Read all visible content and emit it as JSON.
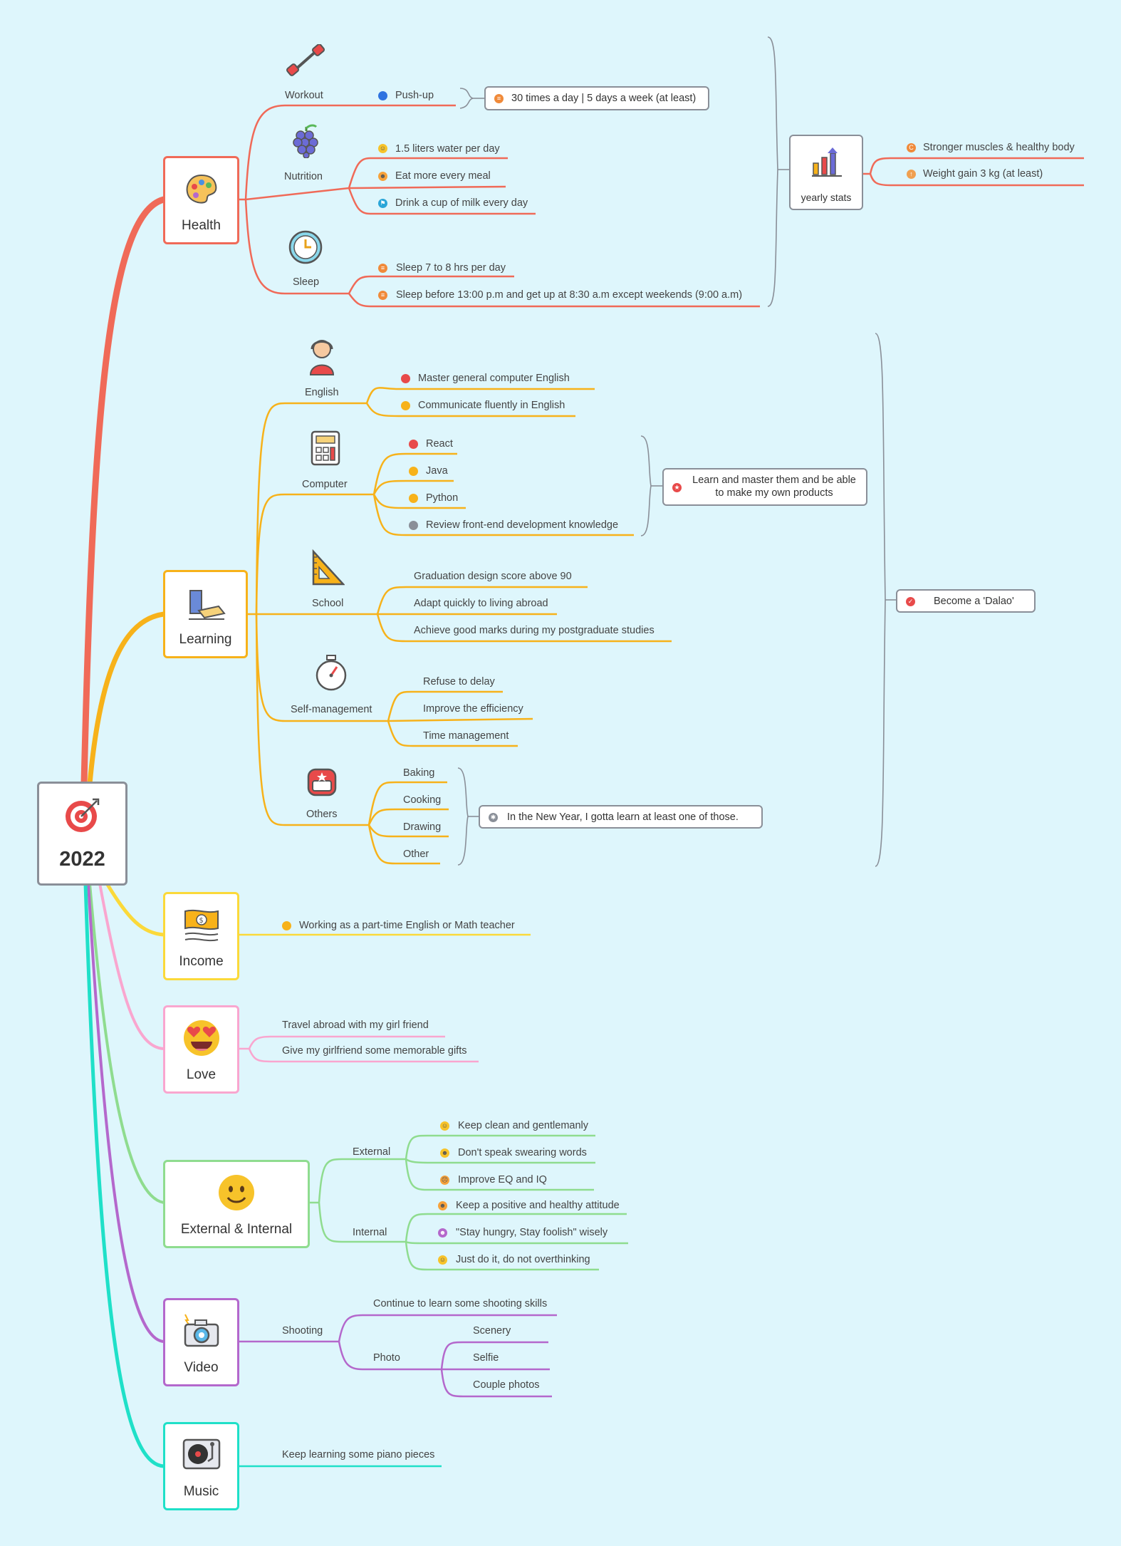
{
  "root": {
    "title": "2022",
    "icon": "target-icon"
  },
  "health": {
    "title": "Health",
    "color": "#f06a58",
    "workout": {
      "label": "Workout",
      "push": "Push-up",
      "summary": "30 times a day | 5 days a week  (at least)"
    },
    "nutrition": {
      "label": "Nutrition",
      "items": [
        "1.5 liters water per day",
        "Eat more every meal",
        "Drink a cup of milk every day"
      ]
    },
    "sleep": {
      "label": "Sleep",
      "items": [
        "Sleep 7 to 8 hrs per day",
        "Sleep before 13:00 p.m and get up at 8:30 a.m except weekends (9:00 a.m)"
      ]
    },
    "stats": {
      "label": "yearly stats",
      "items": [
        "Stronger muscles & healthy body",
        "Weight gain 3 kg  (at least)"
      ]
    }
  },
  "learning": {
    "title": "Learning",
    "color": "#f7b21a",
    "english": {
      "label": "English",
      "items": [
        "Master general computer English",
        "Communicate fluently in English"
      ]
    },
    "computer": {
      "label": "Computer",
      "items": [
        "React",
        "Java",
        "Python",
        "Review front-end development knowledge"
      ],
      "summary": "Learn and master them and be able to make my own products"
    },
    "school": {
      "label": "School",
      "items": [
        "Graduation design score above 90",
        "Adapt quickly to living abroad",
        "Achieve good marks during my postgraduate studies"
      ]
    },
    "self": {
      "label": "Self-management",
      "items": [
        "Refuse to delay",
        "Improve the efficiency",
        "Time management"
      ]
    },
    "others": {
      "label": "Others",
      "items": [
        "Baking",
        "Cooking",
        "Drawing",
        "Other"
      ],
      "summary": "In the New Year, I gotta learn at least one of those."
    },
    "summary": "Become a 'Dalao'"
  },
  "income": {
    "title": "Income",
    "color": "#fbd93a",
    "items": [
      "Working as a part-time English or Math teacher"
    ]
  },
  "love": {
    "title": "Love",
    "color": "#f9a6cf",
    "items": [
      "Travel abroad with my girl friend",
      "Give my girlfriend some memorable gifts"
    ]
  },
  "ext": {
    "title": "External & Internal",
    "color": "#8fdc8f",
    "external": {
      "label": "External",
      "items": [
        "Keep clean and gentlemanly",
        "Don't speak swearing words",
        "Improve EQ and IQ"
      ]
    },
    "internal": {
      "label": "Internal",
      "items": [
        "Keep a positive and healthy attitude",
        "\"Stay hungry, Stay foolish\" wisely",
        "Just do it, do not overthinking"
      ]
    }
  },
  "video": {
    "title": "Video",
    "color": "#b468cc",
    "shooting": {
      "label": "Shooting",
      "cont": "Continue to learn some shooting skills",
      "photo": "Photo",
      "items": [
        "Scenery",
        "Selfie",
        "Couple photos"
      ]
    }
  },
  "music": {
    "title": "Music",
    "color": "#1fe0c8",
    "items": [
      "Keep learning some piano pieces"
    ]
  }
}
